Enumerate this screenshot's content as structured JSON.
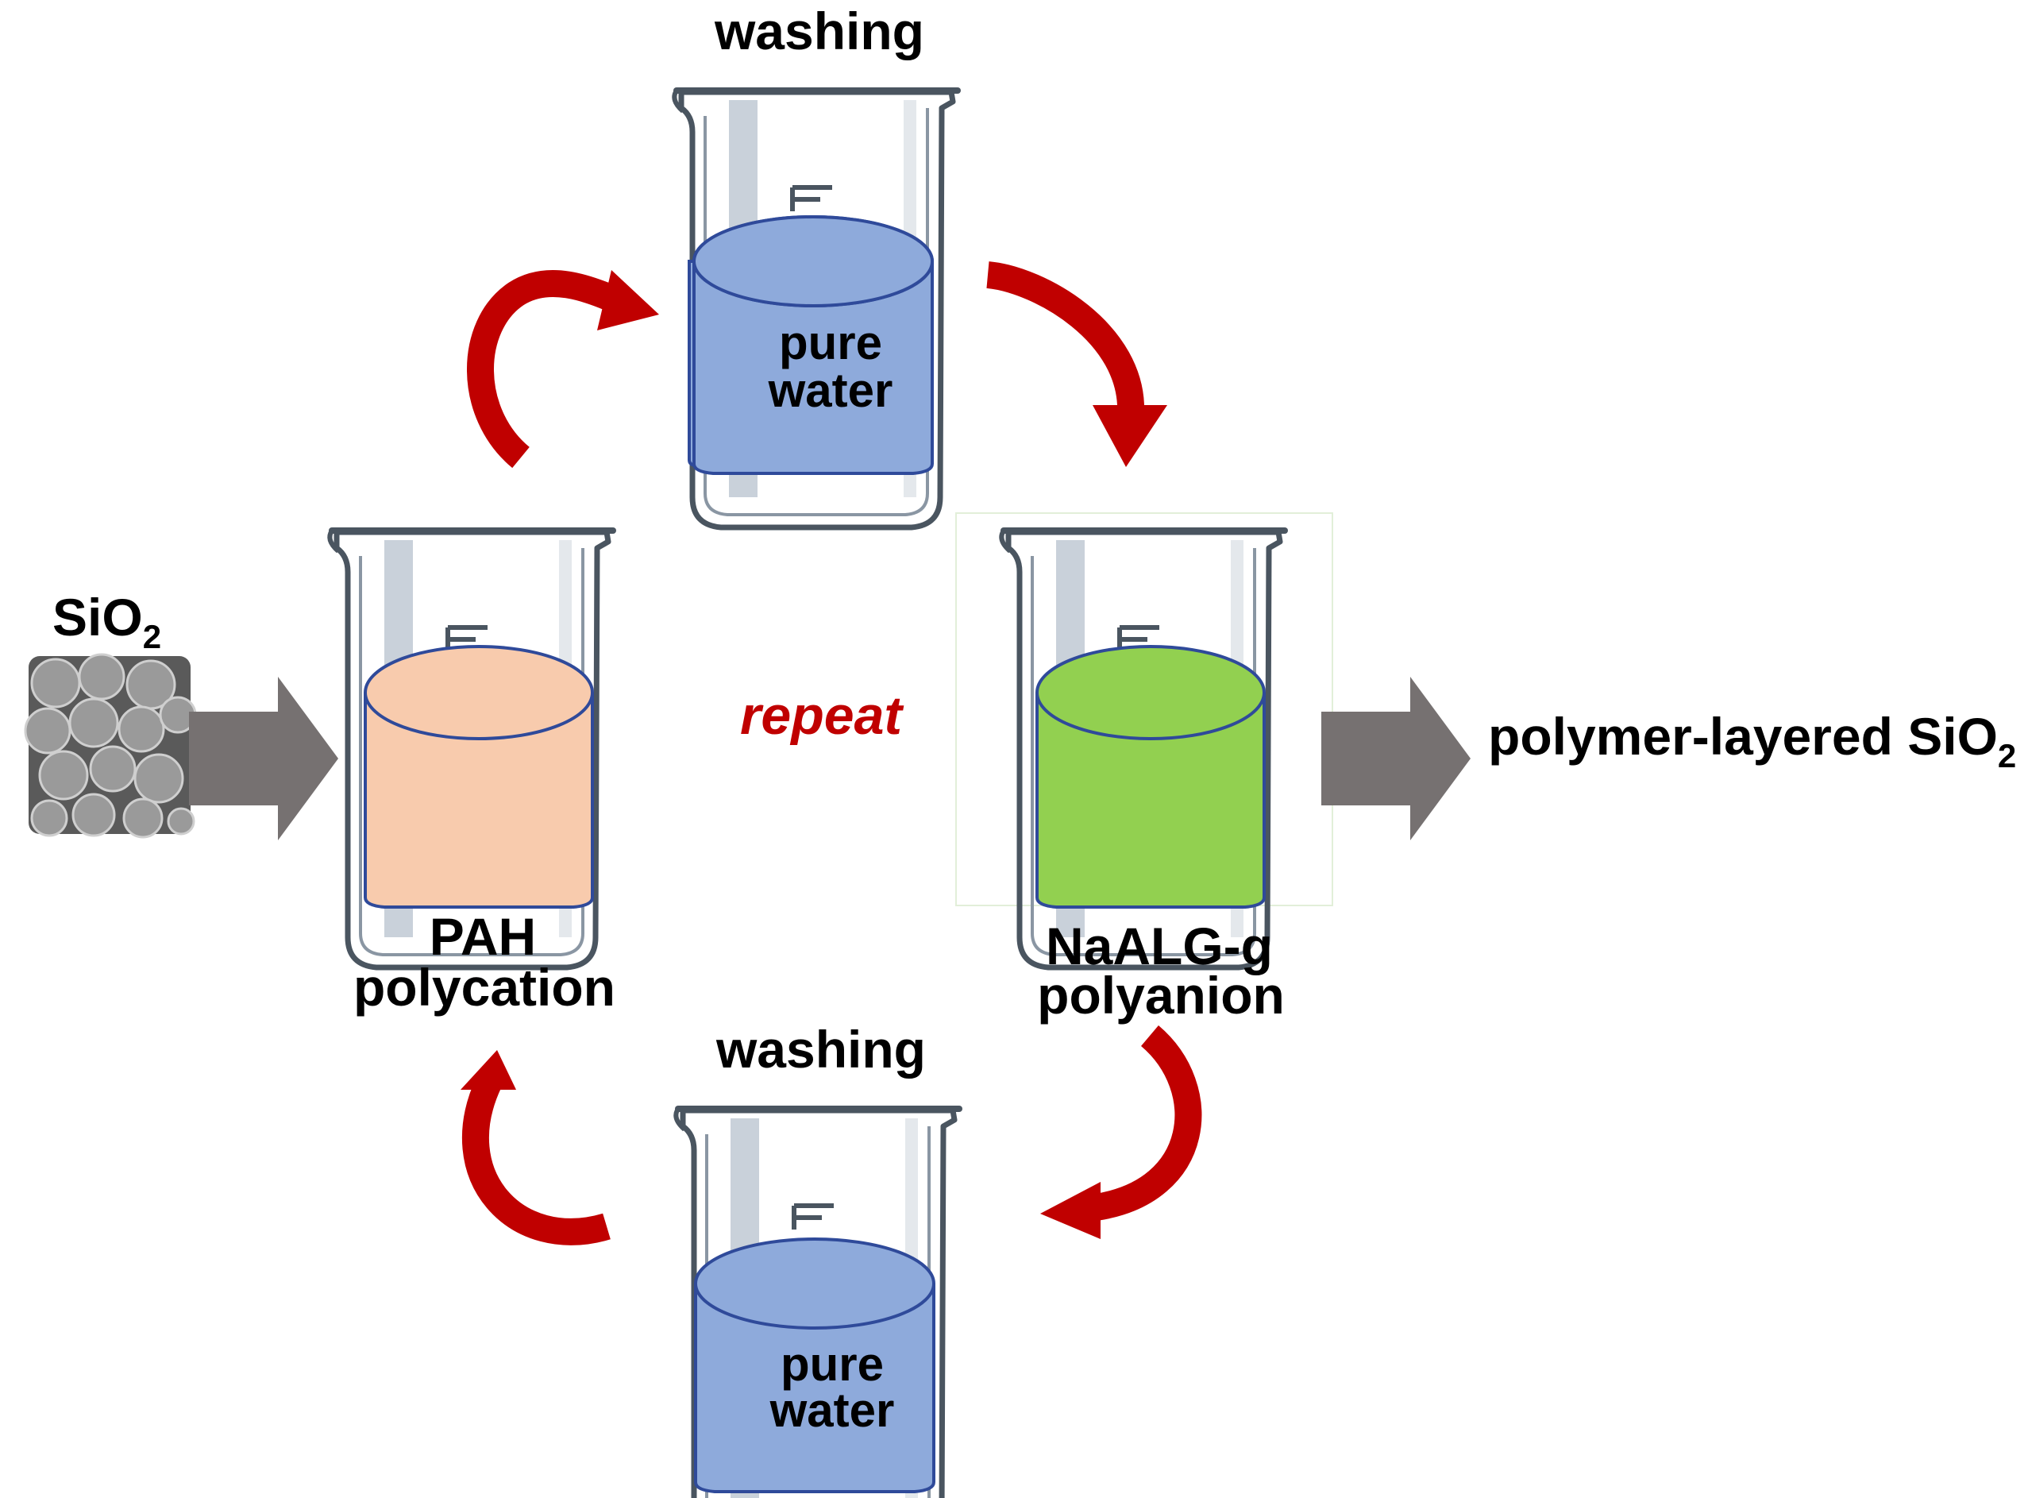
{
  "labels": {
    "sio2_main": "SiO",
    "sio2_sub": "2",
    "washing_top": "washing",
    "washing_bottom": "washing",
    "pure_top": "pure",
    "water_top": "water",
    "pure_bottom": "pure",
    "water_bottom": "water",
    "repeat": "repeat",
    "pah": "PAH",
    "polycation": "polycation",
    "naalg": "NaALG-g",
    "polyanion": "polyanion",
    "product_main": "polymer-layered SiO",
    "product_sub": "2"
  },
  "colors": {
    "pure_water": "#8eaadb",
    "pah_solution": "#f8cbad",
    "naalg_solution": "#92d050",
    "liquid_outline": "#2f4a9a",
    "cycle_arrow": "#c00000",
    "block_arrow": "#767171",
    "repeat_text": "#c00000",
    "glass": "#d9dee4"
  },
  "icons": {
    "beaker": "beaker-icon",
    "cycle_arrow": "curved-arrow-icon",
    "flow_arrow": "block-arrow-icon",
    "sem_image": "silica-particles-image"
  }
}
